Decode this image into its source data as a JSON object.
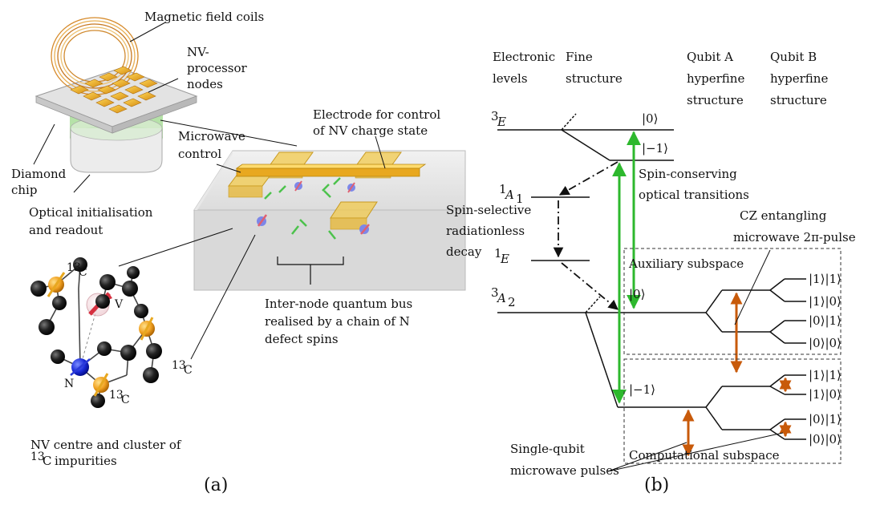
{
  "panel_a": {
    "label": "(a)",
    "coils_label": "Magnetic field coils",
    "nodes_label": [
      "NV-",
      "processor",
      "nodes"
    ],
    "electrode_label": [
      "Electrode for control",
      "of NV charge state"
    ],
    "microwave_label": [
      "Microwave",
      "control"
    ],
    "diamond_label": [
      "Diamond",
      "chip"
    ],
    "optical_label": [
      "Optical initialisation",
      "and readout"
    ],
    "bus_label": [
      "Inter-node quantum bus",
      "realised by a chain of N",
      "defect spins"
    ],
    "nv_caption": [
      "NV centre and cluster of",
      "impurities"
    ],
    "c13": "13",
    "c": "C",
    "atom_v": "V",
    "atom_n": "N"
  },
  "panel_b": {
    "label": "(b)",
    "headers": {
      "electronic": [
        "Electronic",
        "levels"
      ],
      "fine": [
        "Fine",
        "structure"
      ],
      "qubit_a": [
        "Qubit A",
        "hyperfine",
        "structure"
      ],
      "qubit_b": [
        "Qubit B",
        "hyperfine",
        "structure"
      ]
    },
    "levels": {
      "e3": {
        "sup": "3",
        "name": "E"
      },
      "a1": {
        "sup": "1",
        "name": "A",
        "sub": "1"
      },
      "e1": {
        "sup": "1",
        "name": "E"
      },
      "a2": {
        "sup": "3",
        "name": "A",
        "sub": "2"
      }
    },
    "kets": {
      "zero": "|0⟩",
      "minus_one": "|−1⟩",
      "aux_zero": "|0⟩",
      "comp_minus_one": "|−1⟩",
      "aux": [
        "|1⟩|1⟩",
        "|1⟩|0⟩",
        "|0⟩|1⟩",
        "|0⟩|0⟩"
      ],
      "comp": [
        "|1⟩|1⟩",
        "|1⟩|0⟩",
        "|0⟩|1⟩",
        "|0⟩|0⟩"
      ]
    },
    "spin_conserving": [
      "Spin-conserving",
      "optical transitions"
    ],
    "spin_selective": [
      "Spin-selective",
      "radiationless",
      "decay"
    ],
    "cz_label": [
      "CZ entangling",
      "microwave 2π-pulse"
    ],
    "aux_subspace": "Auxiliary subspace",
    "comp_subspace": "Computational subspace",
    "single_qubit": [
      "Single-qubit",
      "microwave pulses"
    ]
  },
  "colors": {
    "optical_green": "#2db82d",
    "microwave_orange": "#c85a0a",
    "gold": "#e8a820",
    "diamond_grey": "#d6d6d6",
    "laser_green": "#7ccc5c"
  }
}
